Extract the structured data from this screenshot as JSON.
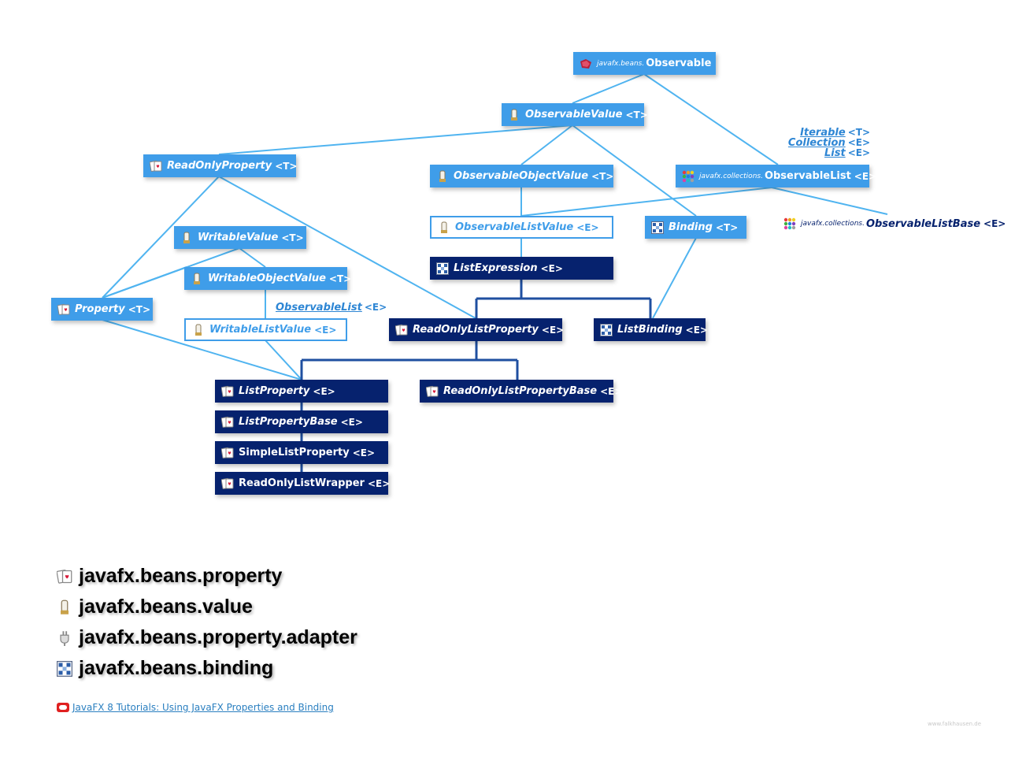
{
  "colors": {
    "light_node": "#3f9de9",
    "dark_node": "#06226e",
    "light_edge": "#50b4f0",
    "dark_edge": "#1f4fa0",
    "link": "#2e86d4"
  },
  "nodes": {
    "observable": {
      "pkg": "javafx.beans.",
      "name": "Observable",
      "generic": "",
      "icon": "observable-icon"
    },
    "observable_value": {
      "name": "ObservableValue",
      "generic": "<T>",
      "icon": "value-icon"
    },
    "read_only_property": {
      "name": "ReadOnlyProperty",
      "generic": "<T>",
      "icon": "property-icon"
    },
    "observable_object_value": {
      "name": "ObservableObjectValue",
      "generic": "<T>",
      "icon": "value-icon"
    },
    "observable_list": {
      "pkg": "javafx.collections.",
      "name": "ObservableList",
      "generic": "<E>",
      "icon": "collections-icon"
    },
    "observable_list_value": {
      "name": "ObservableListValue",
      "generic": "<E>",
      "icon": "value-icon"
    },
    "binding": {
      "name": "Binding",
      "generic": "<T>",
      "icon": "binding-icon"
    },
    "writable_value": {
      "name": "WritableValue",
      "generic": "<T>",
      "icon": "value-icon"
    },
    "list_expression": {
      "name": "ListExpression",
      "generic": "<E>",
      "icon": "binding-icon"
    },
    "writable_object_value": {
      "name": "WritableObjectValue",
      "generic": "<T>",
      "icon": "value-icon"
    },
    "property": {
      "name": "Property",
      "generic": "<T>",
      "icon": "property-icon"
    },
    "writable_list_value": {
      "name": "WritableListValue",
      "generic": "<E>",
      "icon": "value-icon"
    },
    "read_only_list_property": {
      "name": "ReadOnlyListProperty",
      "generic": "<E>",
      "icon": "property-icon"
    },
    "list_binding": {
      "name": "ListBinding",
      "generic": "<E>",
      "icon": "binding-icon"
    },
    "list_property": {
      "name": "ListProperty",
      "generic": "<E>",
      "icon": "property-icon"
    },
    "read_only_list_property_base": {
      "name": "ReadOnlyListPropertyBase",
      "generic": "<E>",
      "icon": "property-icon"
    },
    "list_property_base": {
      "name": "ListPropertyBase",
      "generic": "<E>",
      "icon": "property-icon"
    },
    "simple_list_property": {
      "name": "SimpleListProperty",
      "generic": "<E>",
      "icon": "property-icon"
    },
    "read_only_list_wrapper": {
      "name": "ReadOnlyListWrapper",
      "generic": "<E>",
      "icon": "property-icon"
    }
  },
  "observable_list_label": {
    "name": "ObservableList",
    "generic": "<E>"
  },
  "observable_list_interfaces": [
    {
      "name": "Iterable",
      "generic": "<T>"
    },
    {
      "name": "Collection",
      "generic": "<E>"
    },
    {
      "name": "List",
      "generic": "<E>"
    }
  ],
  "observable_list_base": {
    "pkg": "javafx.collections.",
    "name": "ObservableListBase",
    "generic": "<E>",
    "icon": "collections-icon"
  },
  "legend": [
    {
      "label": "javafx.beans.property",
      "icon": "property-icon"
    },
    {
      "label": "javafx.beans.value",
      "icon": "value-icon"
    },
    {
      "label": "javafx.beans.property.adapter",
      "icon": "adapter-icon"
    },
    {
      "label": "javafx.beans.binding",
      "icon": "binding-icon"
    }
  ],
  "footer": {
    "link_text": "JavaFX 8 Tutorials: Using JavaFX Properties and Binding",
    "icon": "oracle-icon"
  },
  "watermark": "www.falkhausen.de"
}
